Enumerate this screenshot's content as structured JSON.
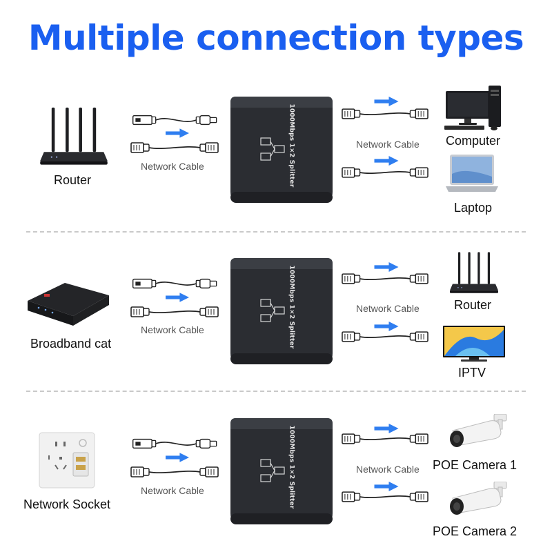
{
  "title": "Multiple connection types",
  "splitter_label": "1000Mbps 1×2 Splitter",
  "cable_label": "Network Cable",
  "sections": [
    {
      "source": "Router",
      "outputs": [
        "Computer",
        "Laptop"
      ]
    },
    {
      "source": "Broadband cat",
      "outputs": [
        "Router",
        "IPTV"
      ]
    },
    {
      "source": "Network Socket",
      "outputs": [
        "POE Camera 1",
        "POE Camera 2"
      ]
    }
  ],
  "colors": {
    "title": "#1a5ff0",
    "arrow": "#2f7ef0",
    "splitter": "#2e3035"
  },
  "icons": [
    "router-icon",
    "modem-icon",
    "wall-socket-icon",
    "computer-icon",
    "laptop-icon",
    "tv-icon",
    "camera-icon",
    "usb-cable-icon",
    "ethernet-cable-icon",
    "arrow-right-icon",
    "network-port-icon"
  ]
}
